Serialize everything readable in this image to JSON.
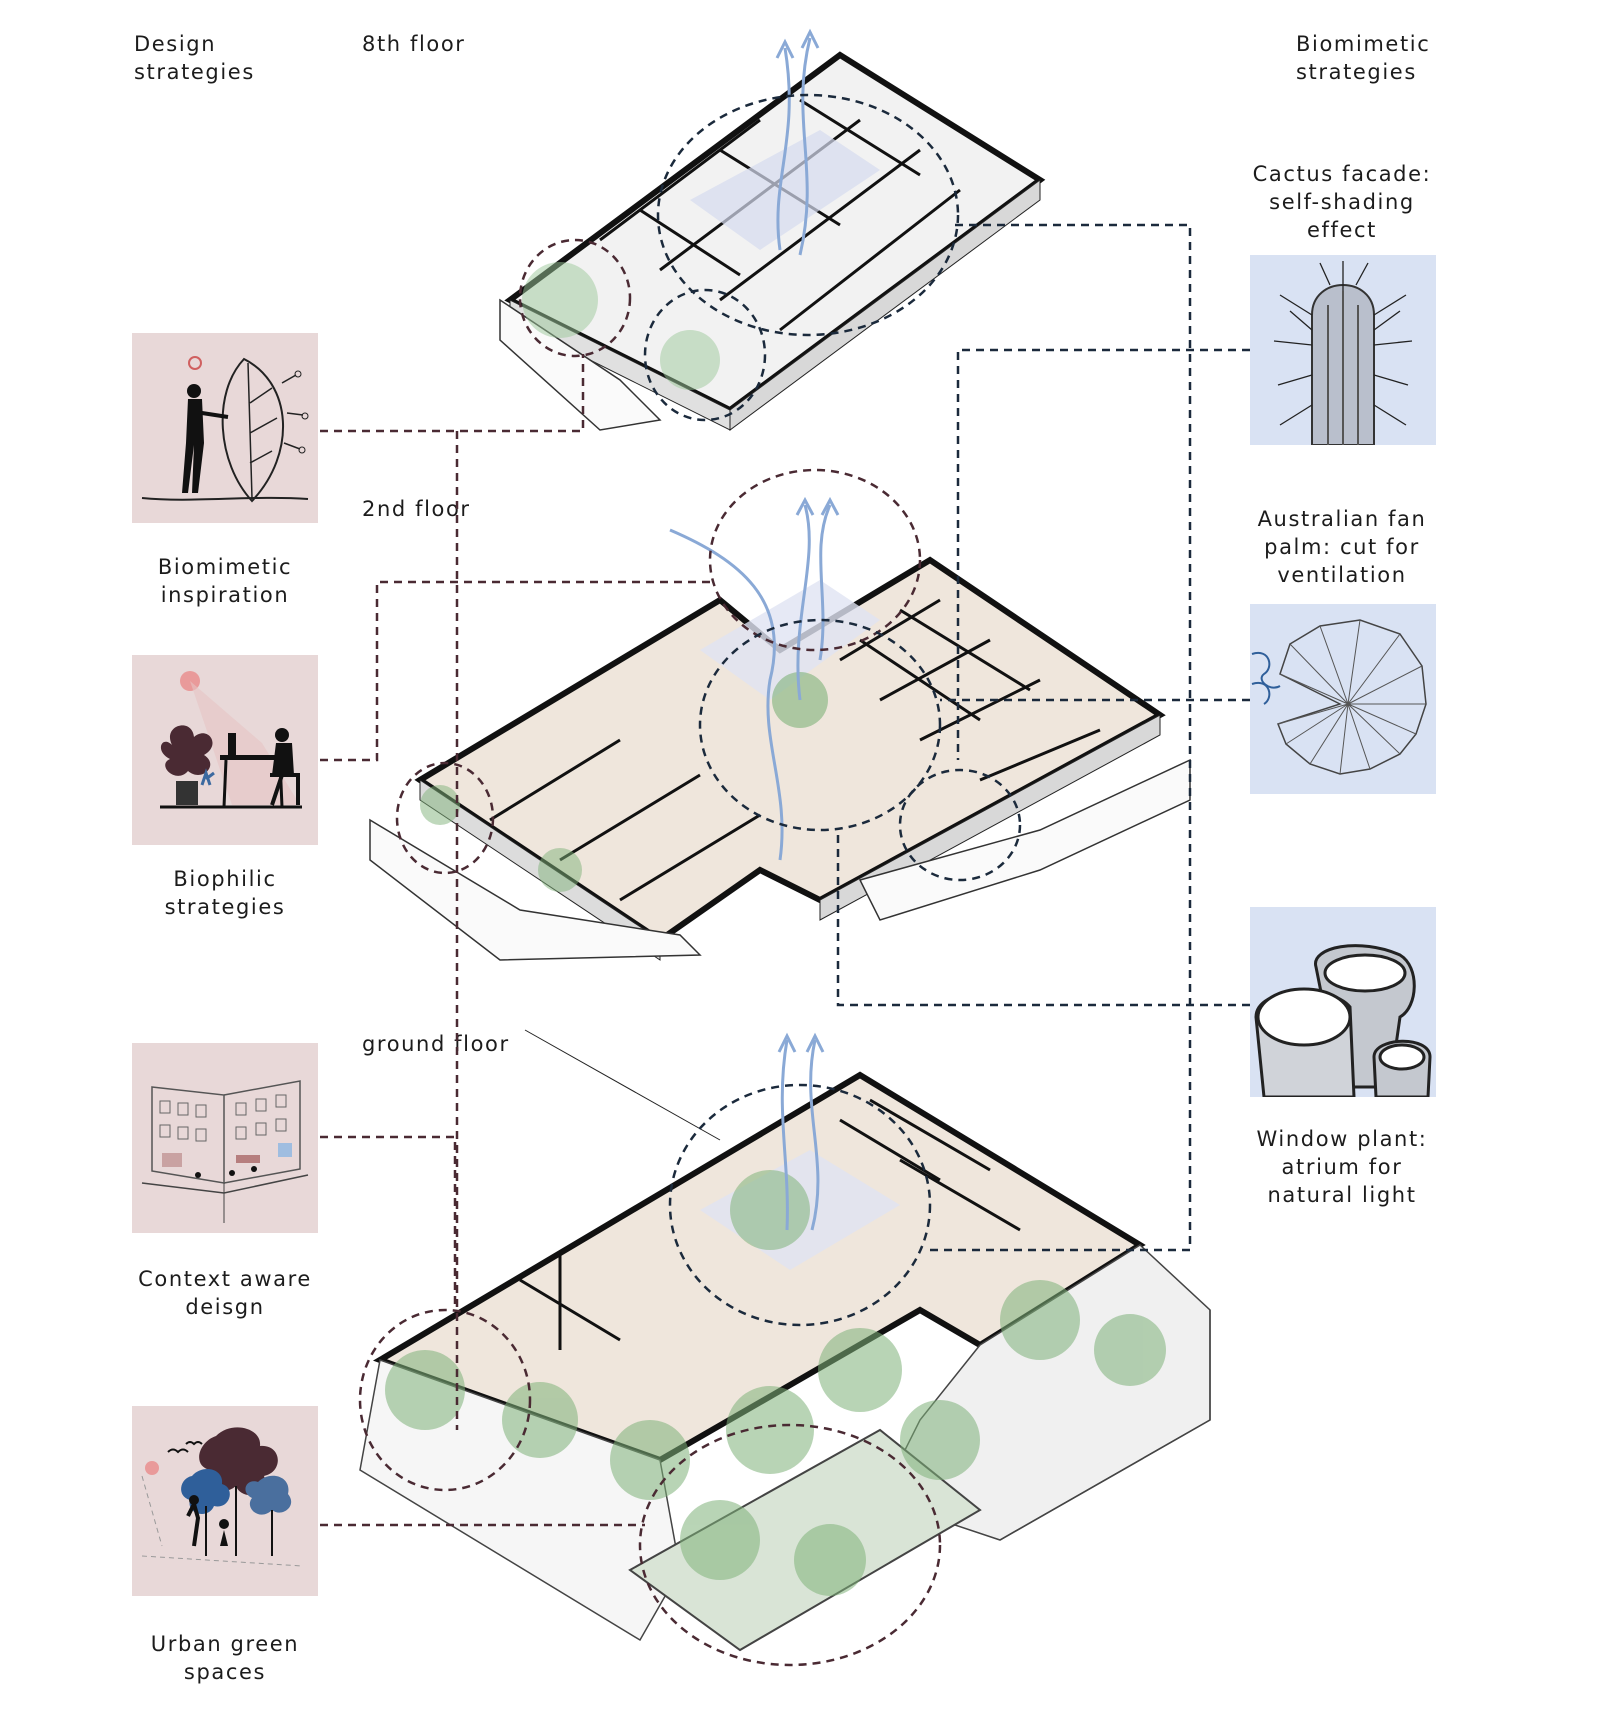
{
  "headers": {
    "design_title": [
      "Design",
      "strategies"
    ],
    "biomimetic_title": [
      "Biomimetic",
      "strategies"
    ]
  },
  "floors": {
    "eighth": "8th floor",
    "second": "2nd floor",
    "ground": "ground floor"
  },
  "design_strategies": [
    {
      "lines": [
        "Biomimetic",
        "inspiration"
      ],
      "icon": "designer-leaf-icon"
    },
    {
      "lines": [
        "Biophilic",
        "strategies"
      ],
      "icon": "desk-worker-plant-icon"
    },
    {
      "lines": [
        "Context aware",
        "deisgn"
      ],
      "icon": "urban-block-icon"
    },
    {
      "lines": [
        "Urban green",
        "spaces"
      ],
      "icon": "trees-people-icon"
    }
  ],
  "biomimetic_strategies": [
    {
      "lines": [
        "Cactus facade:",
        "self-shading",
        "effect"
      ],
      "icon": "cactus-icon"
    },
    {
      "lines": [
        "Australian fan",
        "palm: cut for",
        "ventilation"
      ],
      "icon": "fan-palm-icon"
    },
    {
      "lines": [
        "Window plant:",
        "atrium for",
        "natural light"
      ],
      "icon": "window-plant-icon"
    }
  ],
  "colors": {
    "design_card": "#e8d8d8",
    "biomimetic_card": "#d9e2f3",
    "design_connector": "#4a2a33",
    "biomimetic_connector": "#1b2a3c",
    "airflow": "#8aa9d6",
    "vegetation": "#7fb27a"
  }
}
